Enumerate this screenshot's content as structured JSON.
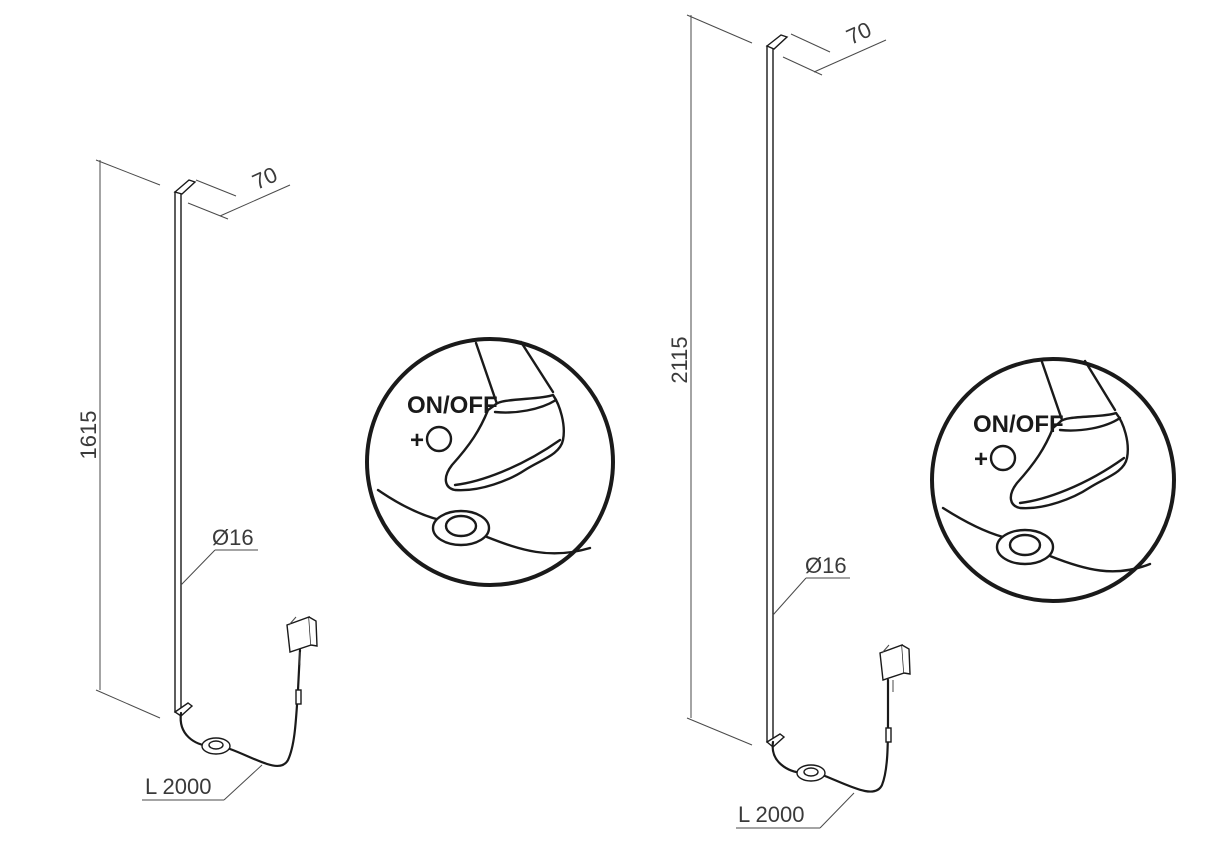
{
  "lamp_small": {
    "height_dim": "1615",
    "depth_dim": "70",
    "diameter_dim": "Ø16",
    "cable_dim": "L 2000"
  },
  "lamp_large": {
    "height_dim": "2115",
    "depth_dim": "70",
    "diameter_dim": "Ø16",
    "cable_dim": "L 2000"
  },
  "detail_small": {
    "switch_label": "ON/OFF",
    "dimmer_label": "+"
  },
  "detail_large": {
    "switch_label": "ON/OFF",
    "dimmer_label": "+"
  },
  "colors": {
    "ink": "#1a1a1a",
    "dimension_lines": "#4a4a4a",
    "background": "#ffffff"
  }
}
